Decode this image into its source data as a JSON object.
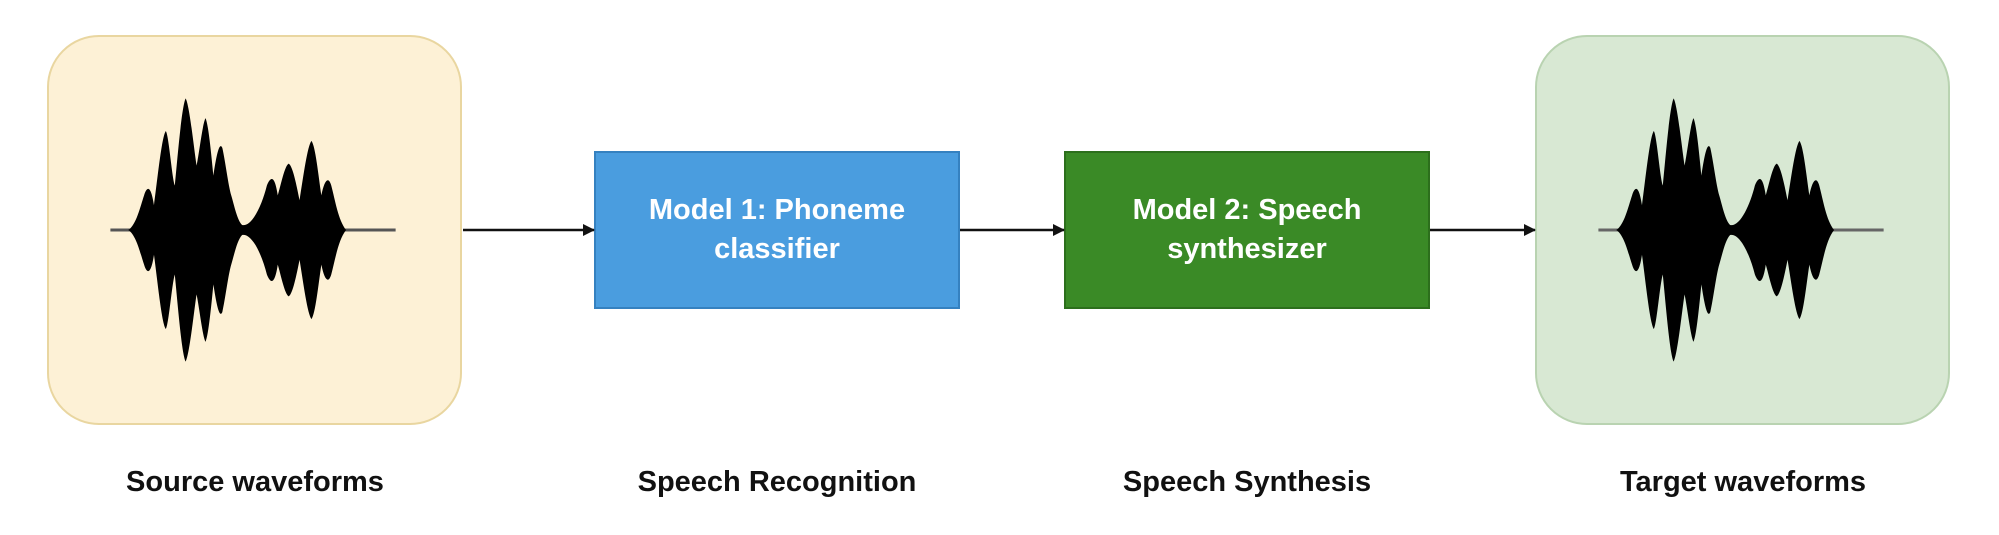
{
  "diagram": {
    "stages": [
      {
        "caption": "Source waveforms",
        "icon": "waveform-icon",
        "fill": "#fdf1d6"
      },
      {
        "caption": "Speech Recognition",
        "box_label": "Model 1: Phoneme classifier",
        "fill": "#4a9ddf"
      },
      {
        "caption": "Speech Synthesis",
        "box_label": "Model 2: Speech synthesizer",
        "fill": "#3a8a26"
      },
      {
        "caption": "Target waveforms",
        "icon": "waveform-icon",
        "fill": "#d8e8d3"
      }
    ],
    "arrow_color": "#111111"
  }
}
